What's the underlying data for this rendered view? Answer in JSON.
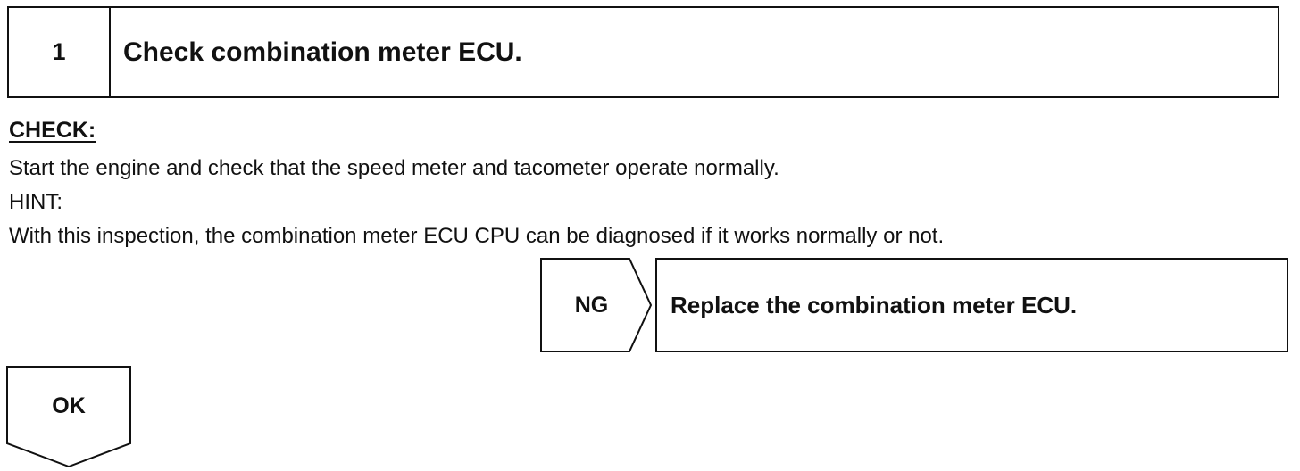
{
  "step": {
    "number": "1",
    "title": "Check combination meter ECU."
  },
  "check": {
    "heading": "CHECK:",
    "instruction": "Start the engine and check that the speed meter and tacometer operate normally.",
    "hint_label": "HINT:",
    "hint_text": "With this inspection, the combination meter ECU CPU can be diagnosed if it works normally or not."
  },
  "results": {
    "ng_label": "NG",
    "ng_action": "Replace the combination meter ECU.",
    "ok_label": "OK"
  }
}
